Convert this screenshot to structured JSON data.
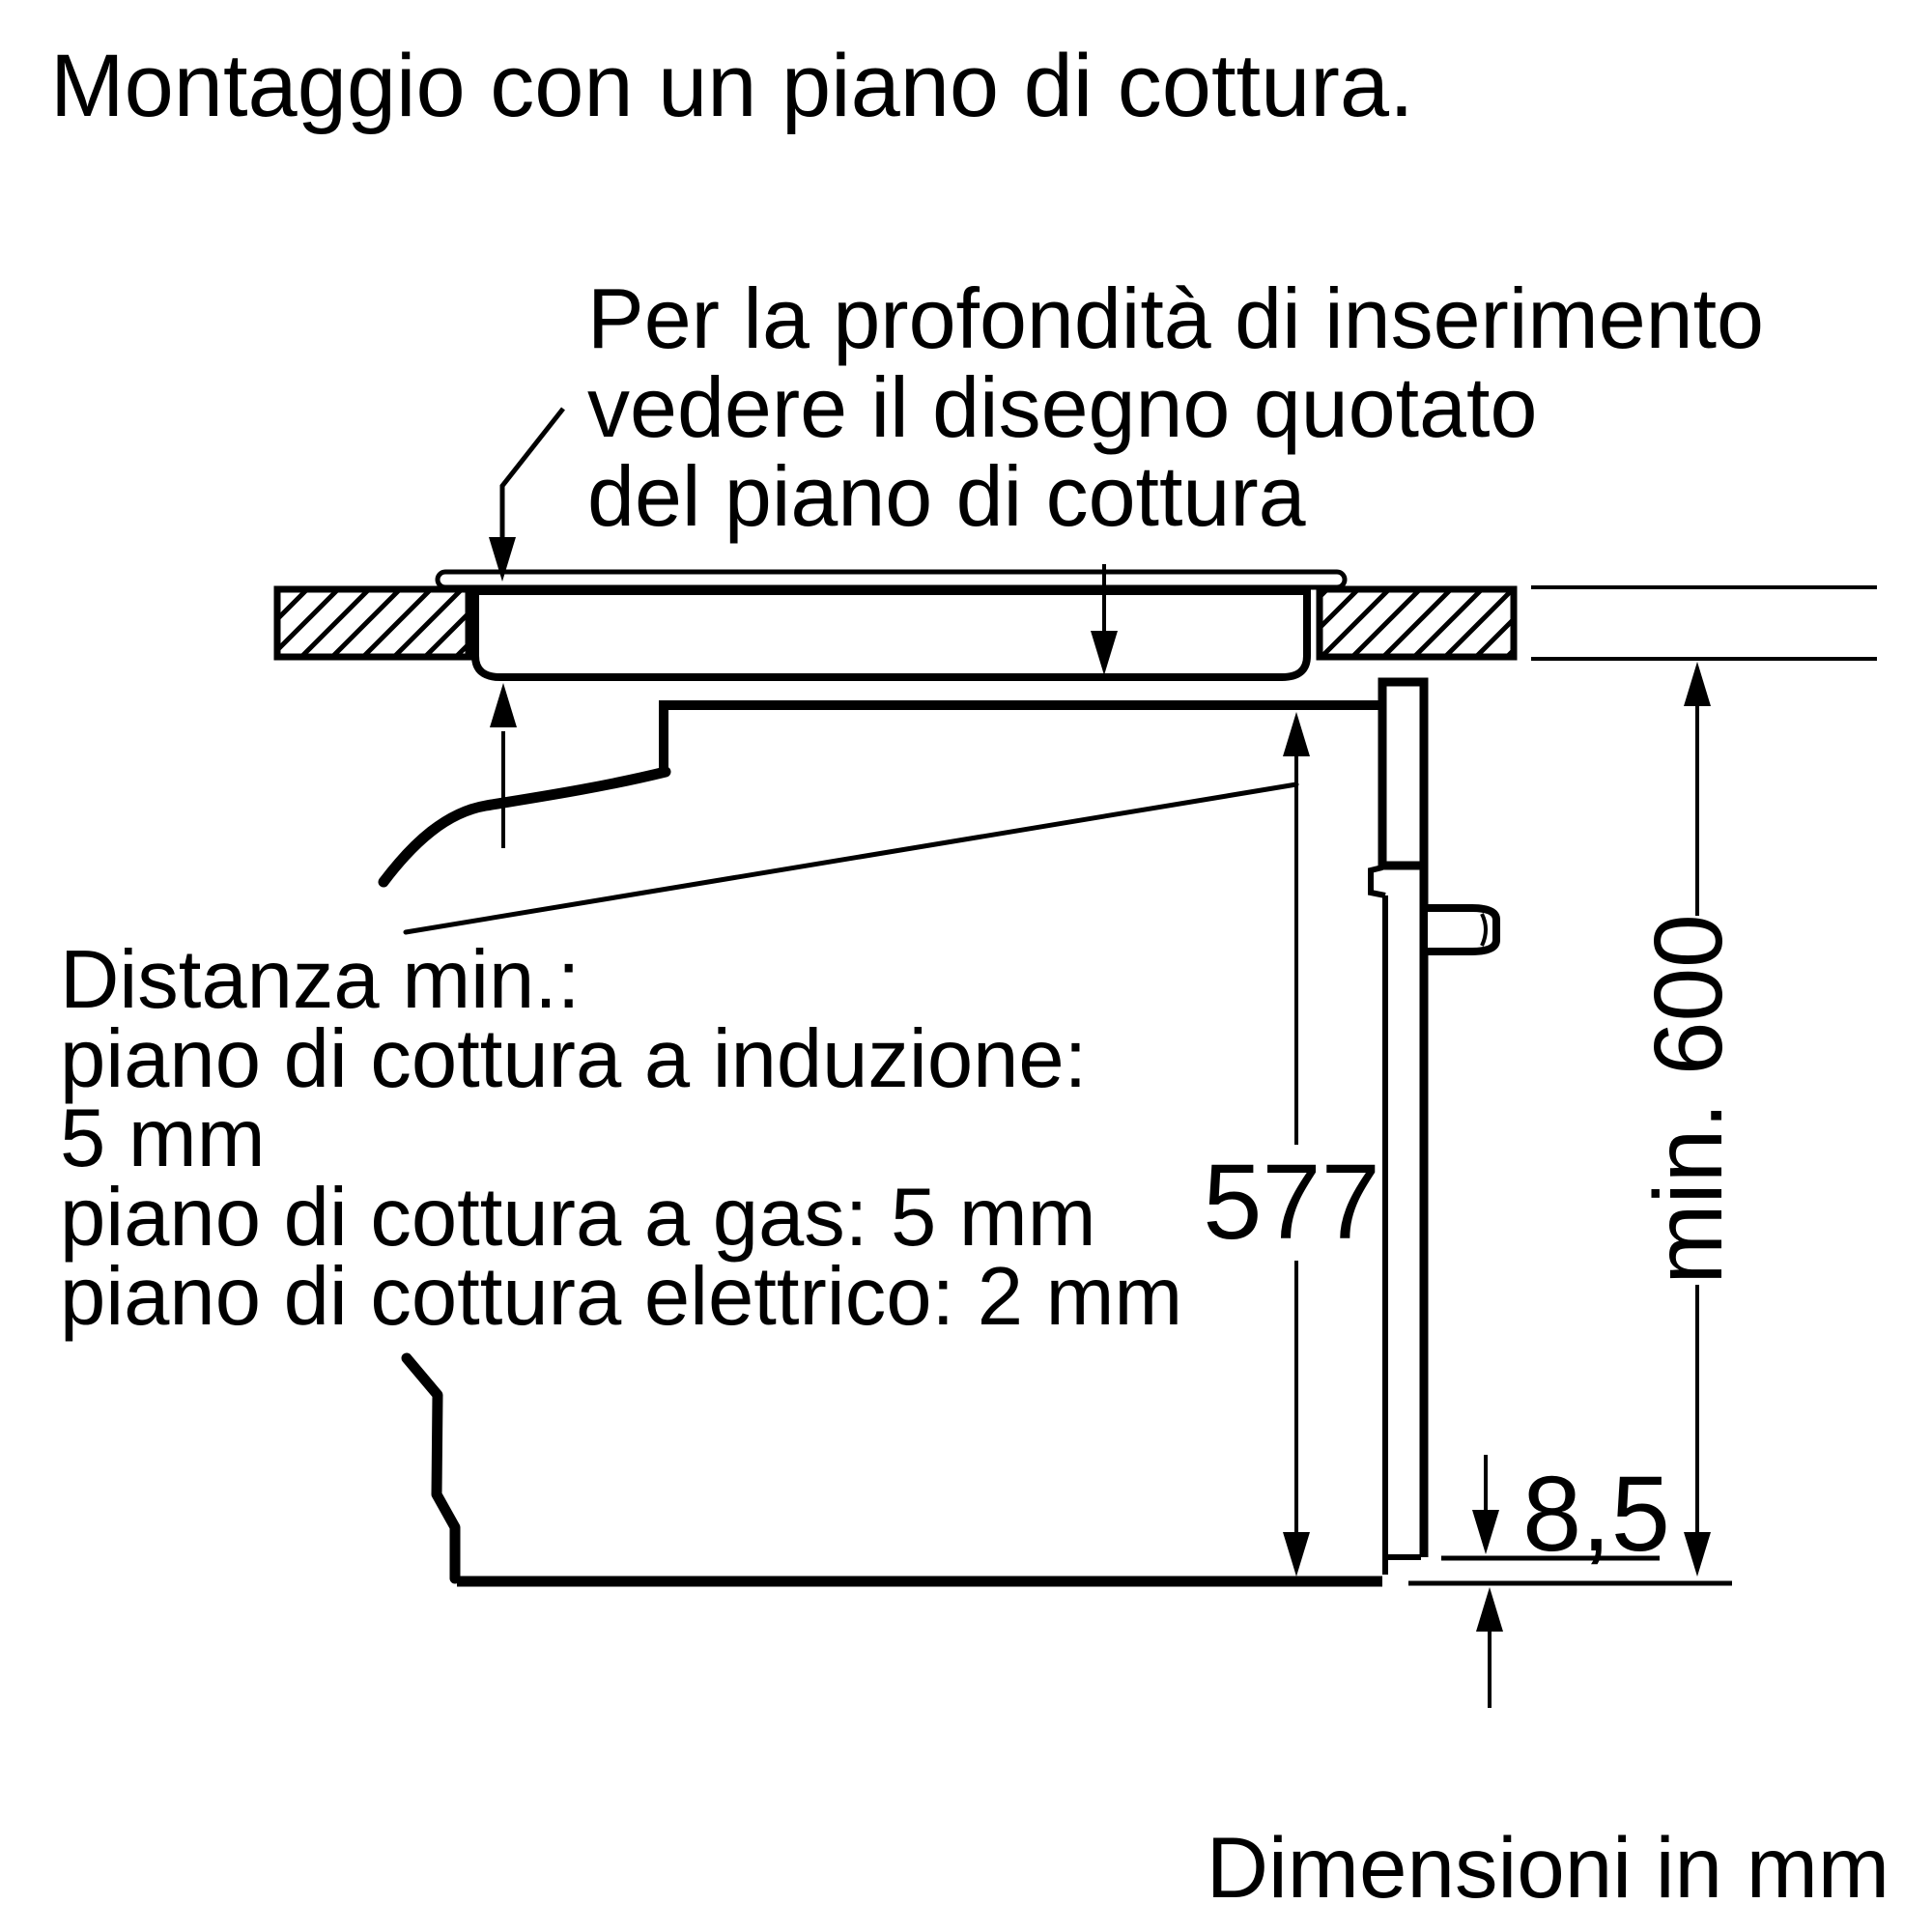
{
  "figure": {
    "title": "Montaggio con un piano di cottura.",
    "note": {
      "lines": [
        "Per la profondità di inserimento",
        "vedere il disegno quotato",
        "del piano di cottura"
      ]
    },
    "distance_note": {
      "lines": [
        "Distanza min.:",
        "piano di cottura a induzione:",
        "5 mm",
        "piano di cottura a gas: 5 mm",
        "piano di cottura elettrico: 2 mm"
      ]
    },
    "dimensions": {
      "oven_height": "577",
      "niche_height": "min. 600",
      "door_gap": "8,5"
    },
    "footer": "Dimensioni in mm",
    "colors": {
      "ink": "#000000",
      "paper": "#ffffff"
    }
  }
}
